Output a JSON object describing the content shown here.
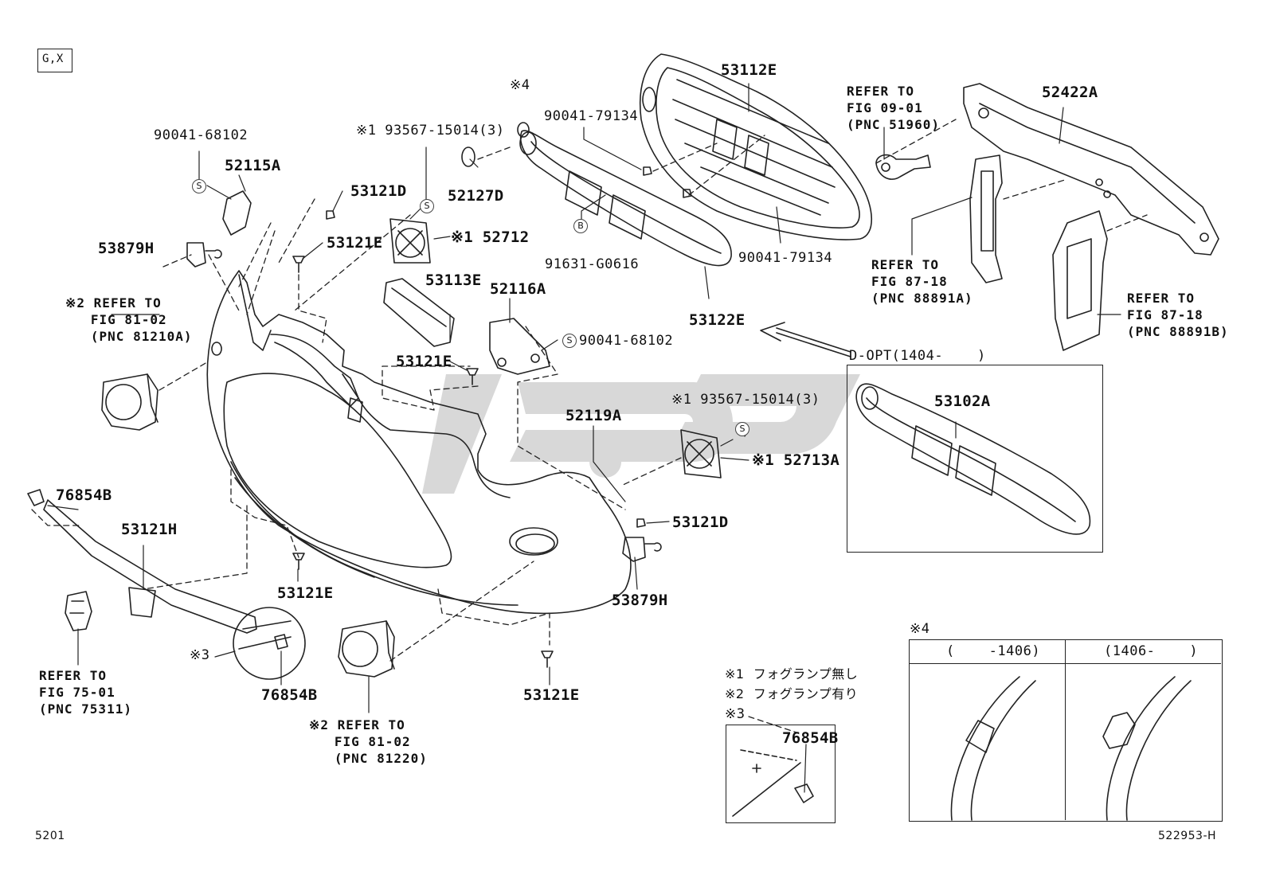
{
  "corner_tag": "G,X",
  "footer": {
    "left": "5201",
    "right": "522953-H"
  },
  "parts": {
    "p90041_68102_a": "90041-68102",
    "p52115A": "52115A",
    "p53879H_a": "53879H",
    "p53121D_a": "53121D",
    "p53121E_a": "53121E",
    "p93567_a": "※1 93567-15014(3)",
    "p52712": "※1 52712",
    "p52127D": "52127D",
    "p53113E": "53113E",
    "p52116A": "52116A",
    "p90041_68102_b": "90041-68102",
    "p53121E_b": "53121E",
    "p52119A": "52119A",
    "p93567_b": "※1 93567-15014(3)",
    "p52713A": "※1 52713A",
    "p53121D_b": "53121D",
    "p53879H_b": "53879H",
    "p53121E_c": "53121E",
    "p53121E_d": "53121E",
    "p76854B_a": "76854B",
    "p53121H": "53121H",
    "p76854B_b": "76854B",
    "p90041_79134_a": "90041-79134",
    "p53112E": "53112E",
    "p91631": "91631-G0616",
    "p90041_79134_b": "90041-79134",
    "p53122E": "53122E",
    "p52422A": "52422A",
    "p53102A": "53102A",
    "p76854B_c": "76854B",
    "note4": "※4",
    "note3": "※3"
  },
  "refs": {
    "fog_l": "※2 REFER TO\n   FIG 81-02\n   (PNC 81210A)",
    "fog_r": "※2 REFER TO\n   FIG 81-02\n   (PNC 81220)",
    "tow": "REFER TO\nFIG 09-01\n(PNC 51960)",
    "bracket_a": "REFER TO\nFIG 87-18\n(PNC 88891A)",
    "bracket_b": "REFER TO\nFIG 87-18\n(PNC 88891B)",
    "cover": "REFER TO\nFIG 75-01\n(PNC 75311)"
  },
  "dopt_label": "D-OPT(1404-    )",
  "legend": {
    "n1": "※1  フォグランプ無し",
    "n2": "※2  フォグランプ有り"
  },
  "variant_box": {
    "left_header": "(    -1406)",
    "right_header": "(1406-    )"
  },
  "symbols": {
    "s": "S",
    "b": "B"
  },
  "watermark": "ﺳﯿﻮ"
}
